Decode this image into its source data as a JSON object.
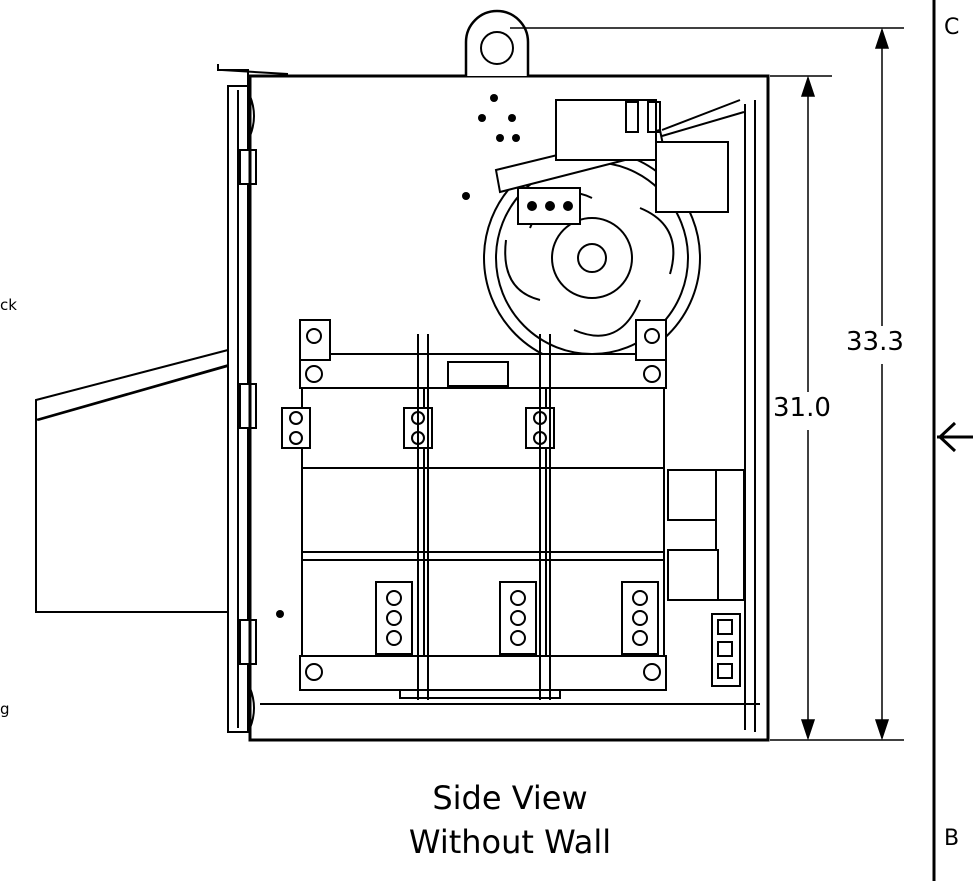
{
  "dimensions": {
    "overall_height": "33.3",
    "body_height": "31.0"
  },
  "zone_markers": {
    "top": "C",
    "bottom": "B"
  },
  "cut_labels": {
    "upper": "ck",
    "lower": "g"
  },
  "title": {
    "line1": "Side View",
    "line2": "Without Wall"
  }
}
